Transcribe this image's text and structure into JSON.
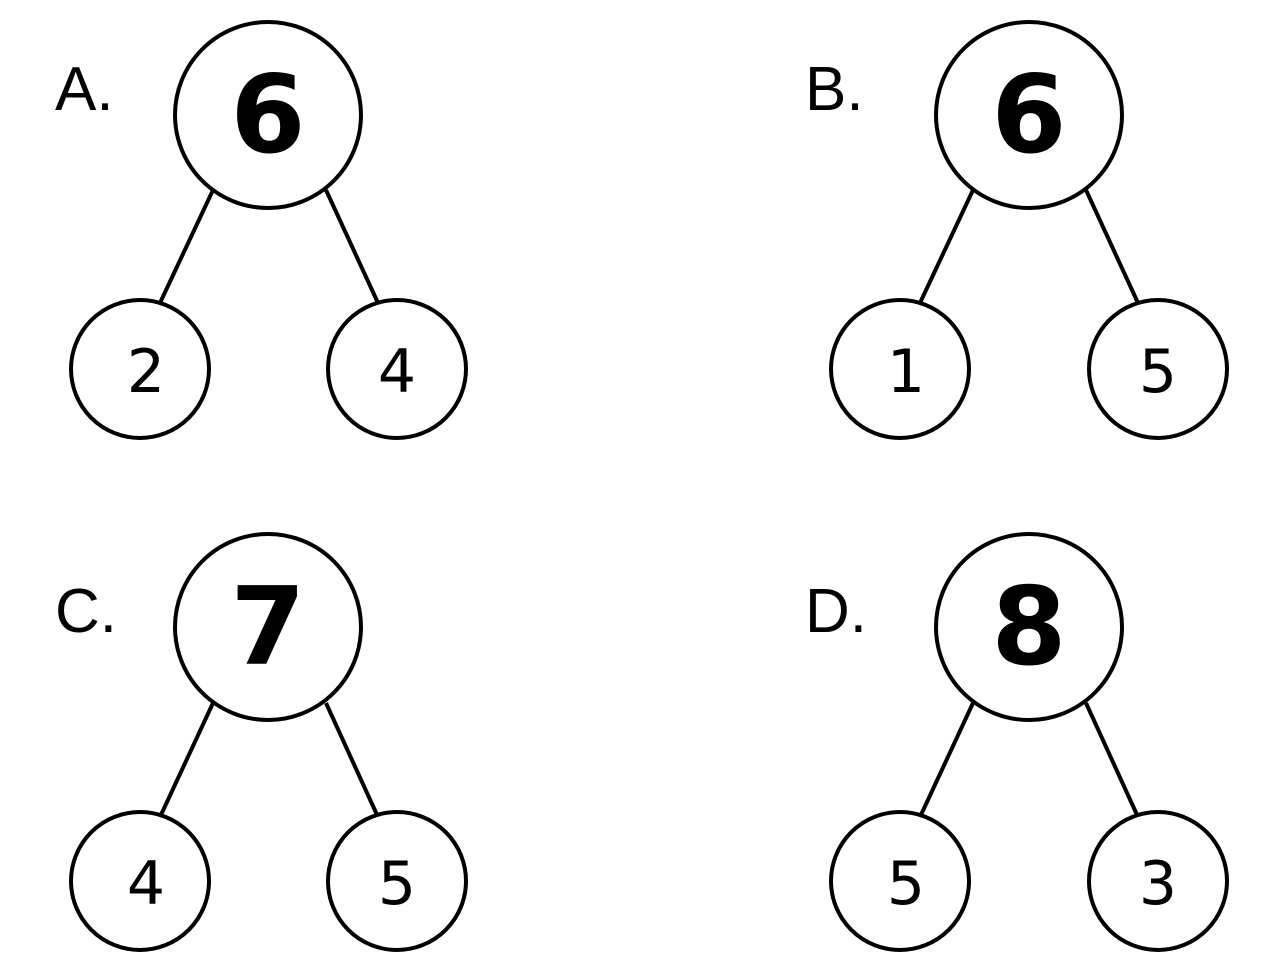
{
  "options": [
    {
      "label": "A.",
      "whole": "6",
      "parts": [
        "2",
        "4"
      ]
    },
    {
      "label": "B.",
      "whole": "6",
      "parts": [
        "1",
        "5"
      ]
    },
    {
      "label": "C.",
      "whole": "7",
      "parts": [
        "4",
        "5"
      ]
    },
    {
      "label": "D.",
      "whole": "8",
      "parts": [
        "5",
        "3"
      ]
    }
  ],
  "colors": {
    "stroke": "#000000",
    "background": "#ffffff"
  }
}
